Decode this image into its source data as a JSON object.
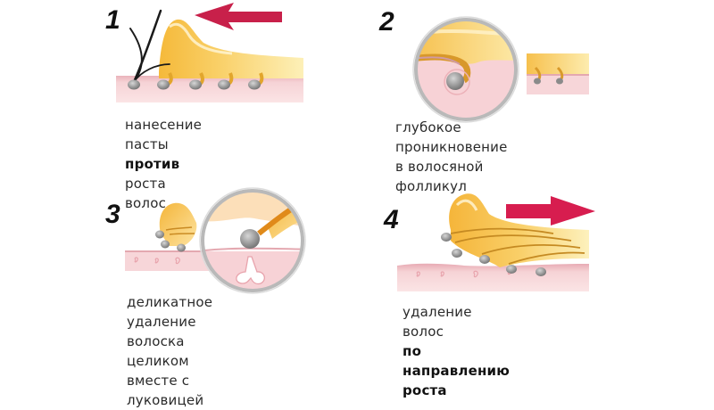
{
  "steps": [
    {
      "number": "1",
      "caption_line1": "нанесение пасты",
      "caption_line2_bold": "против",
      "caption_line2_rest": " роста волос",
      "arrow_direction": "left"
    },
    {
      "number": "2",
      "caption_line1": "глубокое проникновение",
      "caption_line2": "в волосяной фолликул"
    },
    {
      "number": "3",
      "caption_line1": "деликатное удаление",
      "caption_line2": "волоска целиком",
      "caption_line3": "вместе с луковицей"
    },
    {
      "number": "4",
      "caption_line1": "удаление волос",
      "caption_line2_bold": "по направлению роста",
      "arrow_direction": "right"
    }
  ],
  "colors": {
    "arrow": "#c8204a",
    "skin": "#f6d3d6",
    "skin_edge": "#e7a9b1",
    "paste": "#f8c75a",
    "paste_light": "#fde7a8",
    "bulb": "#8e8e8e",
    "lens_ring": "#b9b9b9",
    "hair": "#1a1a1a"
  }
}
